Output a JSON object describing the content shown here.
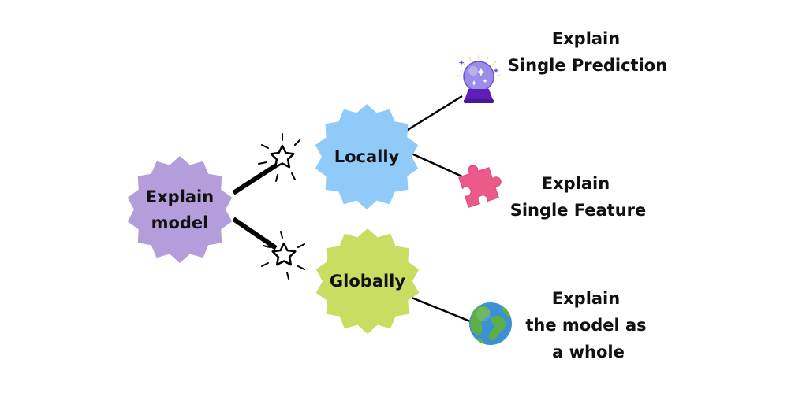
{
  "root": {
    "label_lines": [
      "Explain",
      "model"
    ],
    "color": "#b39ddb"
  },
  "branches": [
    {
      "id": "local",
      "label": "Locally",
      "color": "#90caf9"
    },
    {
      "id": "global",
      "label": "Globally",
      "color": "#c8dd62"
    }
  ],
  "outcomes": [
    {
      "id": "prediction",
      "icon": "crystal-ball-icon",
      "label_lines": [
        "Explain",
        "Single Prediction"
      ]
    },
    {
      "id": "feature",
      "icon": "puzzle-piece-icon",
      "label_lines": [
        "Explain",
        "Single Feature"
      ]
    },
    {
      "id": "whole",
      "icon": "globe-icon",
      "label_lines": [
        "Explain",
        "the model as",
        "a whole"
      ]
    }
  ],
  "colors": {
    "connector": "#000000",
    "puzzle": "#ec5a8a",
    "ocean": "#3d8fd6",
    "land": "#5bb04a",
    "ball": "#9b8ee8",
    "ball_base": "#5e1fb8"
  }
}
